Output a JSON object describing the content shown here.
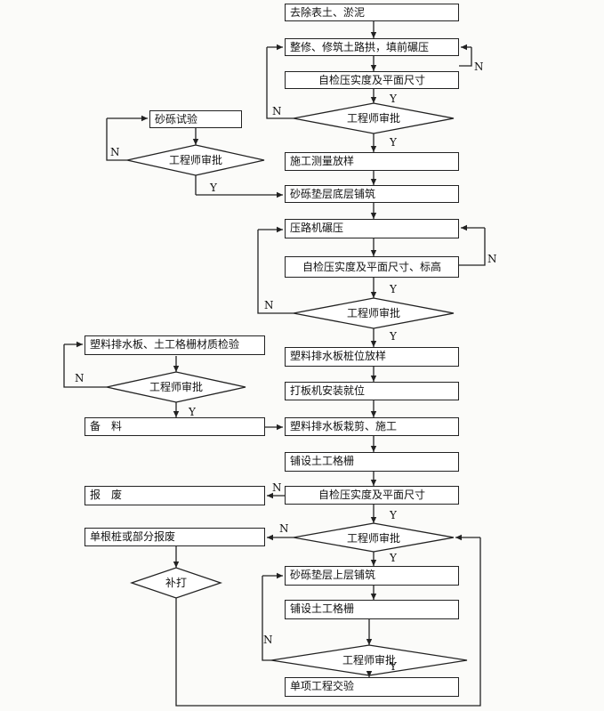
{
  "steps": {
    "s1": "去除表土、淤泥",
    "s2": "整修、修筑土路拱，填前碾压",
    "s3": "自检压实度及平面尺寸",
    "s4": "施工测量放样",
    "s5": "砂砾垫层底层铺筑",
    "s6": "压路机碾压",
    "s7": "自检压实度及平面尺寸、标高",
    "s8": "塑料排水板桩位放样",
    "s9": "打板机安装就位",
    "s10": "塑料排水板栽剪、施工",
    "s11": "铺设土工格栅",
    "s12": "自检压实度及平面尺寸",
    "s13": "砂砾垫层上层铺筑",
    "s14": "铺设土工格栅",
    "s15": "单项工程交验",
    "gravel_test": "砂砾试验",
    "material_test": "塑料排水板、土工格栅材质检验",
    "prepare": "备　料",
    "scrap": "报　废",
    "partial_scrap": "单根桩或部分报废"
  },
  "decisions": {
    "d1": "工程师审批",
    "d2": "工程师审批",
    "d3": "工程师审批",
    "d4": "工程师审批",
    "d5": "工程师审批",
    "d6": "工程师审批",
    "rehit": "补打"
  },
  "labels": {
    "yes": "Y",
    "no": "N"
  }
}
